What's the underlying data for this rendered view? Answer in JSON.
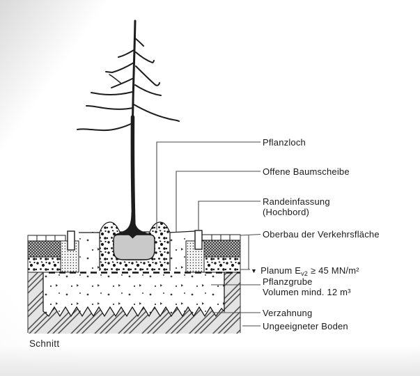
{
  "caption": "Schnitt",
  "labels": {
    "pflanzloch": "Pflanzloch",
    "offene_baumscheibe": "Offene Baumscheibe",
    "randeinfassung": "Randeinfassung",
    "randeinfassung_2": "(Hochbord)",
    "oberbau": "Oberbau der Verkehrsfläche",
    "planum": {
      "marker": "▼",
      "prefix": "Planum E",
      "sub": "v2",
      "suffix": "≥ 45 MN/m²"
    },
    "pflanzgrube": "Pflanzgrube",
    "pflanzgrube_2": "Volumen mind. 12 m³",
    "verzahnung": "Verzahnung",
    "ungeeigneter_boden": "Ungeeigneter Boden"
  },
  "colors": {
    "ink": "#1c1c1c",
    "root_ball_gray": "#c9c9c9",
    "soil_hatch_background": "#e4e4e4",
    "page_background": "#ffffff"
  }
}
